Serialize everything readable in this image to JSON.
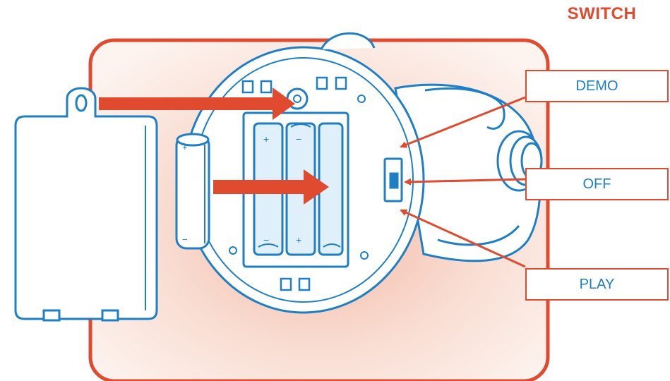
{
  "title": "SWITCH",
  "switch_positions": [
    {
      "label": "DEMO"
    },
    {
      "label": "OFF"
    },
    {
      "label": "PLAY"
    }
  ],
  "battery_marks": {
    "plus": "+",
    "minus": "−"
  },
  "colors": {
    "accent_red": "#e04a2e",
    "outline_blue": "#1f7fc4",
    "light_blue": "#cfe5f5",
    "panel_glow": "#f6c8b8"
  }
}
